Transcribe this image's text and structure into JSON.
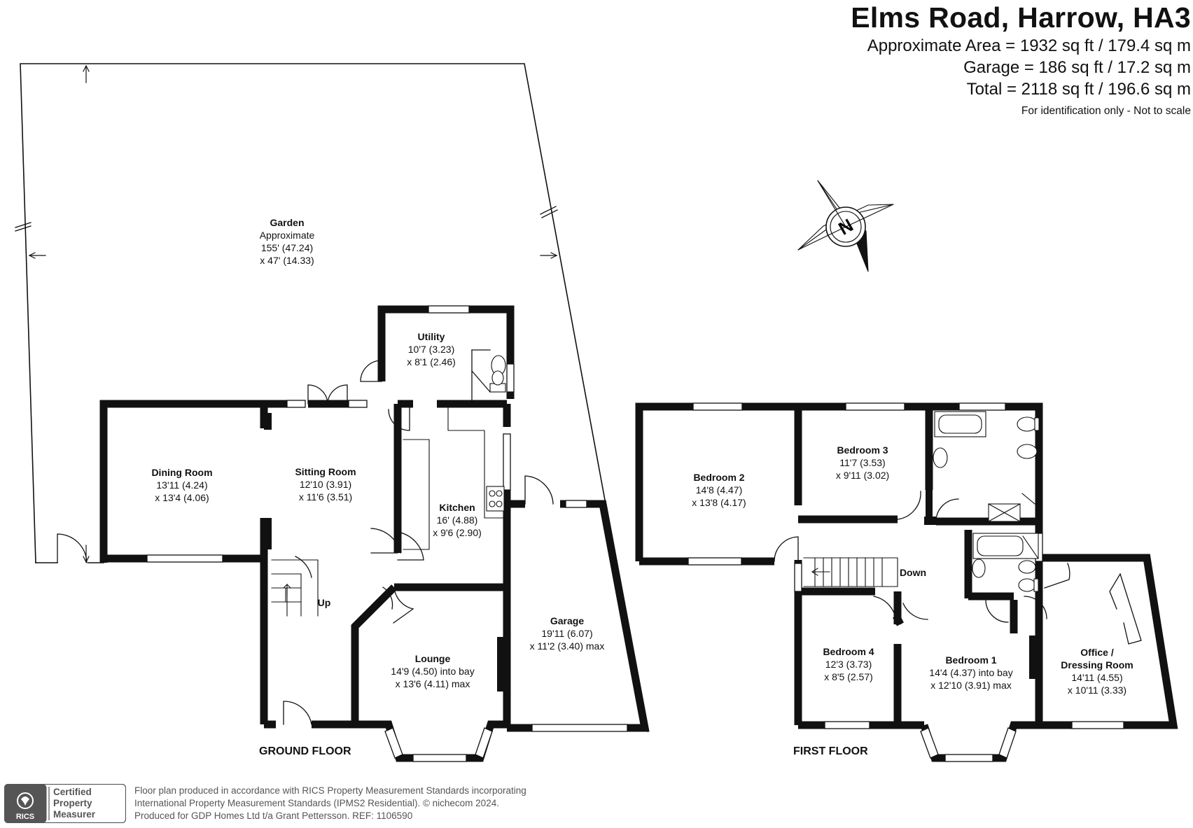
{
  "header": {
    "title": "Elms Road, Harrow, HA3",
    "area_line": "Approximate Area = 1932 sq ft / 179.4 sq m",
    "garage_line": "Garage = 186 sq ft / 17.2 sq m",
    "total_line": "Total = 2118 sq ft / 196.6 sq m",
    "note": "For identification only - Not to scale"
  },
  "compass": {
    "letter": "N"
  },
  "ground_floor": {
    "label": "GROUND FLOOR",
    "stairs_label": "Up",
    "rooms": {
      "garden": {
        "name": "Garden",
        "lines": [
          "Approximate",
          "155' (47.24)",
          "x 47' (14.33)"
        ]
      },
      "utility": {
        "name": "Utility",
        "lines": [
          "10'7 (3.23)",
          "x 8'1 (2.46)"
        ]
      },
      "dining": {
        "name": "Dining Room",
        "lines": [
          "13'11 (4.24)",
          "x 13'4 (4.06)"
        ]
      },
      "sitting": {
        "name": "Sitting Room",
        "lines": [
          "12'10 (3.91)",
          "x 11'6 (3.51)"
        ]
      },
      "kitchen": {
        "name": "Kitchen",
        "lines": [
          "16' (4.88)",
          "x 9'6 (2.90)"
        ]
      },
      "garage": {
        "name": "Garage",
        "lines": [
          "19'11 (6.07)",
          "x 11'2 (3.40) max"
        ]
      },
      "lounge": {
        "name": "Lounge",
        "lines": [
          "14'9 (4.50) into bay",
          "x 13'6 (4.11) max"
        ]
      }
    }
  },
  "first_floor": {
    "label": "FIRST FLOOR",
    "stairs_label": "Down",
    "rooms": {
      "bedroom2": {
        "name": "Bedroom 2",
        "lines": [
          "14'8 (4.47)",
          "x 13'8 (4.17)"
        ]
      },
      "bedroom3": {
        "name": "Bedroom 3",
        "lines": [
          "11'7 (3.53)",
          "x 9'11 (3.02)"
        ]
      },
      "bedroom4": {
        "name": "Bedroom 4",
        "lines": [
          "12'3 (3.73)",
          "x 8'5 (2.57)"
        ]
      },
      "bedroom1": {
        "name": "Bedroom 1",
        "lines": [
          "14'4 (4.37) into bay",
          "x 12'10 (3.91) max"
        ]
      },
      "office": {
        "name": "Office /",
        "name2": "Dressing Room",
        "lines": [
          "14'11 (4.55)",
          "x 10'11 (3.33)"
        ]
      }
    }
  },
  "footer": {
    "badge_logo": "RICS",
    "badge_lines": [
      "Certified",
      "Property",
      "Measurer"
    ],
    "line1": "Floor plan produced in accordance with RICS Property Measurement Standards incorporating",
    "line2": "International Property Measurement Standards (IPMS2 Residential).   © nichecom 2024.",
    "line3": "Produced for GDP Homes Ltd t/a Grant Pettersson.   REF:  1106590"
  }
}
